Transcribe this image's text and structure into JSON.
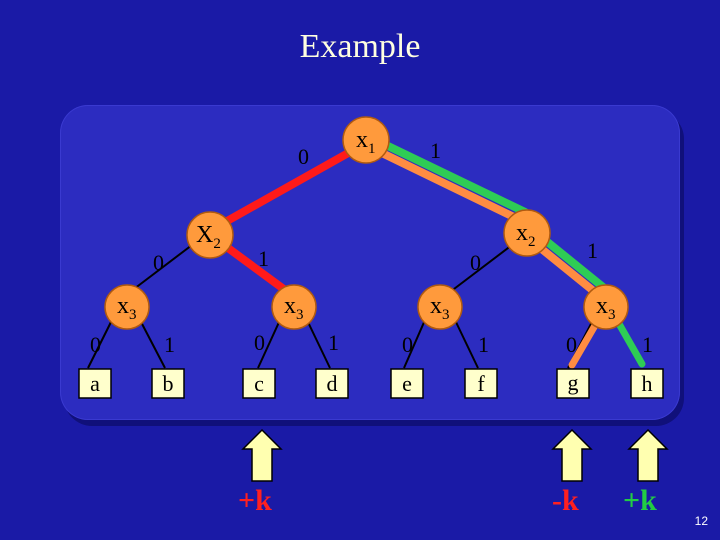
{
  "title": "Example",
  "page_number": "12",
  "nodes": {
    "root": {
      "name": "x",
      "sub": "1"
    },
    "left_x2": {
      "name": "X",
      "sub": "2"
    },
    "right_x2": {
      "name": "x",
      "sub": "2"
    },
    "x3_a": {
      "name": "x",
      "sub": "3"
    },
    "x3_b": {
      "name": "x",
      "sub": "3"
    },
    "x3_c": {
      "name": "x",
      "sub": "3"
    },
    "x3_d": {
      "name": "x",
      "sub": "3"
    }
  },
  "edge_labels": {
    "root_0": "0",
    "root_1": "1",
    "lx2_0": "0",
    "lx2_1": "1",
    "rx2_0": "0",
    "rx2_1": "1",
    "x3a_0": "0",
    "x3a_1": "1",
    "x3b_0": "0",
    "x3b_1": "1",
    "x3c_0": "0",
    "x3c_1": "1",
    "x3d_0": "0",
    "x3d_1": "1"
  },
  "leaves": [
    "a",
    "b",
    "c",
    "d",
    "e",
    "f",
    "g",
    "h"
  ],
  "annotations": {
    "c_label": "+k",
    "g_label": "-k",
    "h_label": "+k"
  },
  "colors": {
    "background": "#1a1aa6",
    "node_fill": "#ff9a3c",
    "path_red": "#ff1a1a",
    "path_orange": "#ff8c42",
    "path_green": "#2ecc55",
    "arrow_fill": "#ffffb0",
    "k_red": "#ff2020",
    "k_green": "#22cc44"
  }
}
